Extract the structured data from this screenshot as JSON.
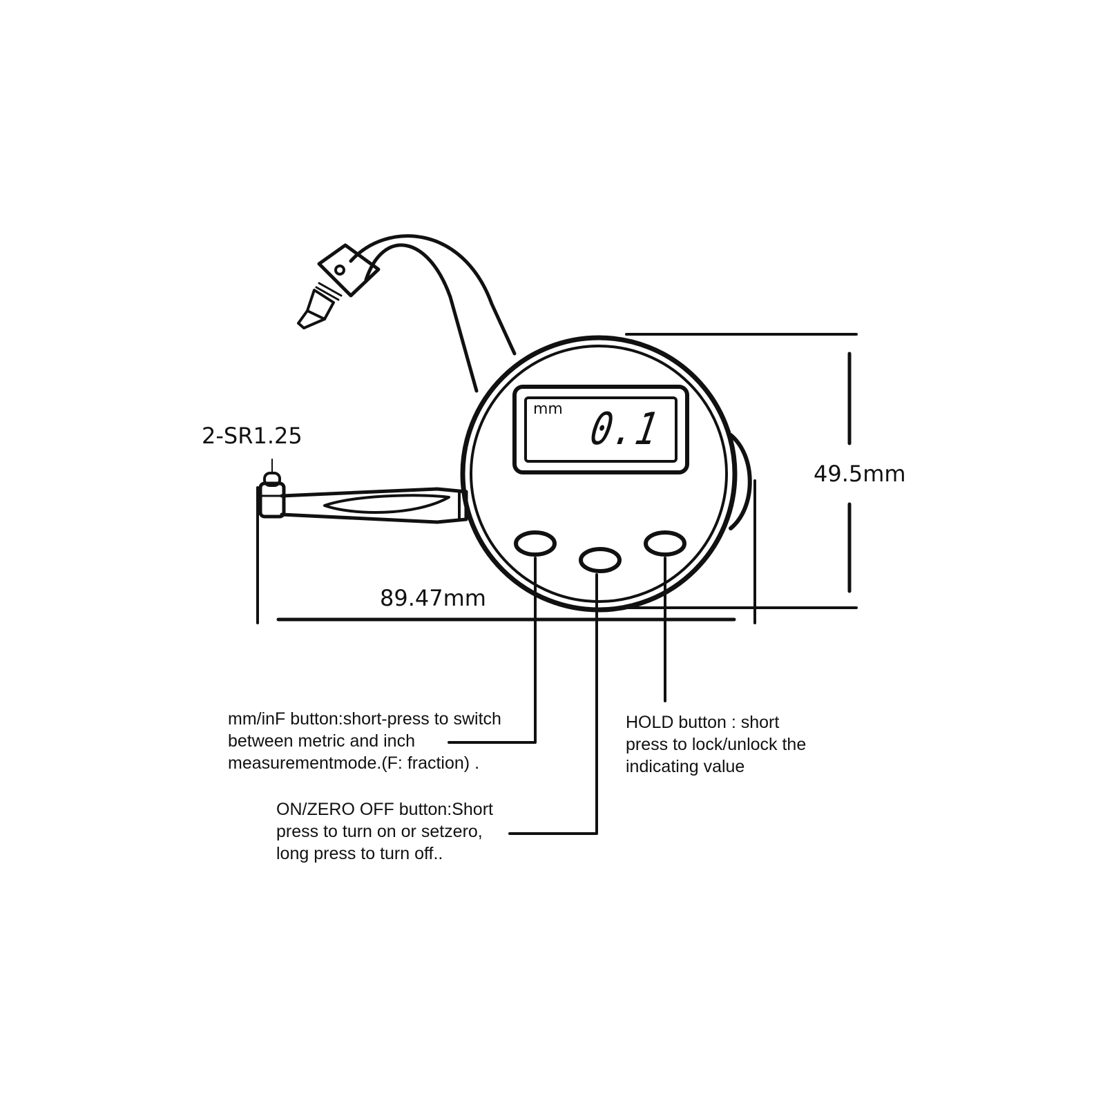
{
  "diagram": {
    "dimension_width": "89.47mm",
    "dimension_height": "49.5mm",
    "tip_radius": "2-SR1.25",
    "lcd": {
      "unit": "mm",
      "value": "0.1"
    },
    "callouts": {
      "mm_inf": [
        "mm/inF button:short-press to switch",
        "between metric and inch",
        "measurementmode.(F: fraction) ."
      ],
      "on_zero": [
        "ON/ZERO OFF button:Short",
        "press to turn on or setzero,",
        "long press to turn off.."
      ],
      "hold": [
        "HOLD button : short",
        "press to lock/unlock the",
        "indicating value"
      ]
    },
    "colors": {
      "line": "#111111",
      "background": "#ffffff"
    }
  }
}
